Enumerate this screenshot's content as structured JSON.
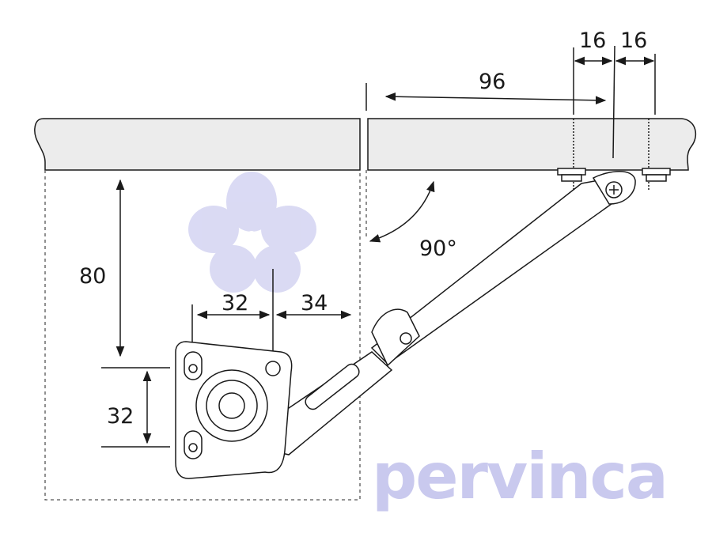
{
  "diagram": {
    "watermark": "pervinca",
    "dimensions": {
      "hole_offset_96": "96",
      "spacing_left_16": "16",
      "spacing_right_16": "16",
      "height_80": "80",
      "horizontal_32": "32",
      "horizontal_34": "34",
      "vertical_32": "32",
      "angle": "90°"
    },
    "colors": {
      "board": "#ececec",
      "line": "#1a1a1a",
      "watermark": "#c9c9ee"
    }
  }
}
